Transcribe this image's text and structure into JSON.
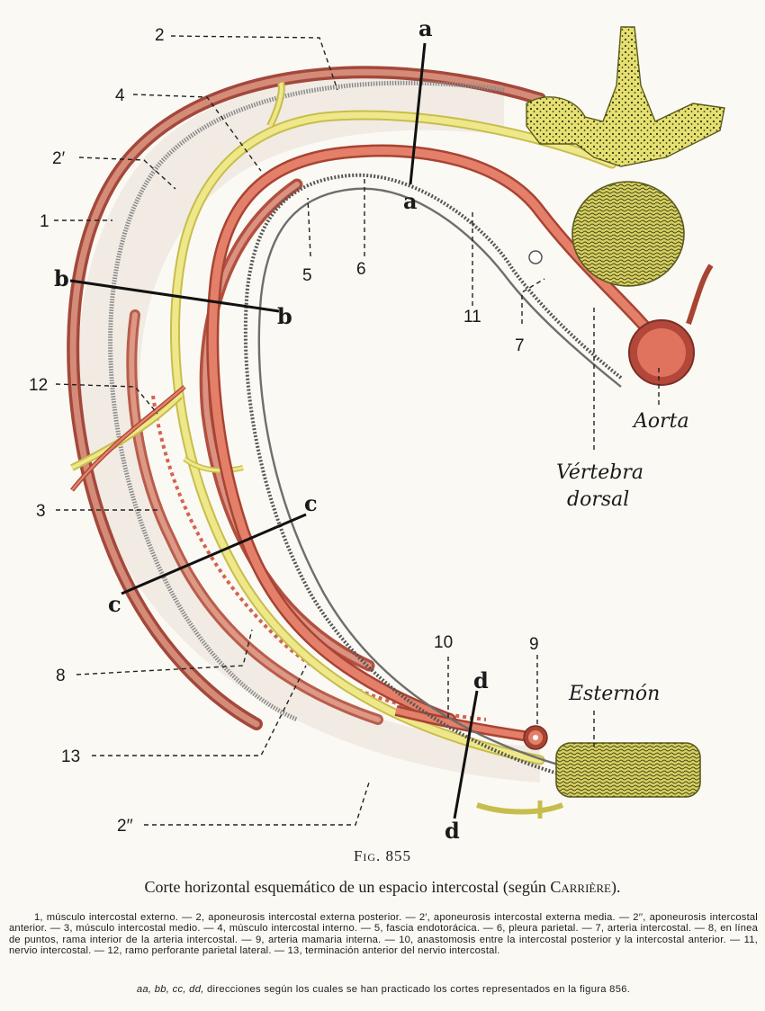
{
  "labels": {
    "n2": "2",
    "n4": "4",
    "n2p": "2′",
    "n1": "1",
    "n12": "12",
    "n3": "3",
    "n8": "8",
    "n13": "13",
    "n2pp": "2′′",
    "n5": "5",
    "n6": "6",
    "n11": "11",
    "n7": "7",
    "n10": "10",
    "n9": "9",
    "aorta": "Aorta",
    "vertebra_1": "Vértebra",
    "vertebra_2": "dorsal",
    "esternon": "Esternón"
  },
  "cuts": {
    "a_top": "a",
    "a_bottom": "a",
    "b_left": "b",
    "b_right": "b",
    "c_top": "c",
    "c_bottom": "c",
    "d_top": "d",
    "d_bottom": "d"
  },
  "caption": {
    "fig_number": "Fig. 855",
    "title": "Corte horizontal esquemático de un espacio intercostal (según ",
    "author": "Carrière",
    "title_end": ").",
    "legend": "1, músculo intercostal externo. — 2, aponeurosis intercostal externa posterior. — 2′, aponeurosis intercostal externa media. — 2′′, aponeurosis intercostal anterior. — 3, músculo intercostal medio. — 4, músculo intercostal interno. — 5, fascia endotorácica. — 6, pleura parietal. — 7, arteria intercostal. — 8, en línea de puntos, rama interior de la arteria intercostal. — 9, arteria mamaria interna. — 10, anastomosis entre la intercostal posterior y la intercostal anterior. — 11, nervio intercostal. — 12, ramo perforante parietal lateral. — 13, terminación anterior del nervio intercostal.",
    "note_letters": "aa, bb, cc, dd,",
    "note_text": " direcciones según los cuales se han practicado los cortes representados en la figura 856."
  },
  "colors": {
    "muscle": "#c87a68",
    "muscle_dark": "#a4483c",
    "artery": "#e0735e",
    "nerve": "#ece47e",
    "bone": "#e8e27a",
    "bone_dots": "#2e3a10",
    "membrane": "#9a9a9a"
  }
}
